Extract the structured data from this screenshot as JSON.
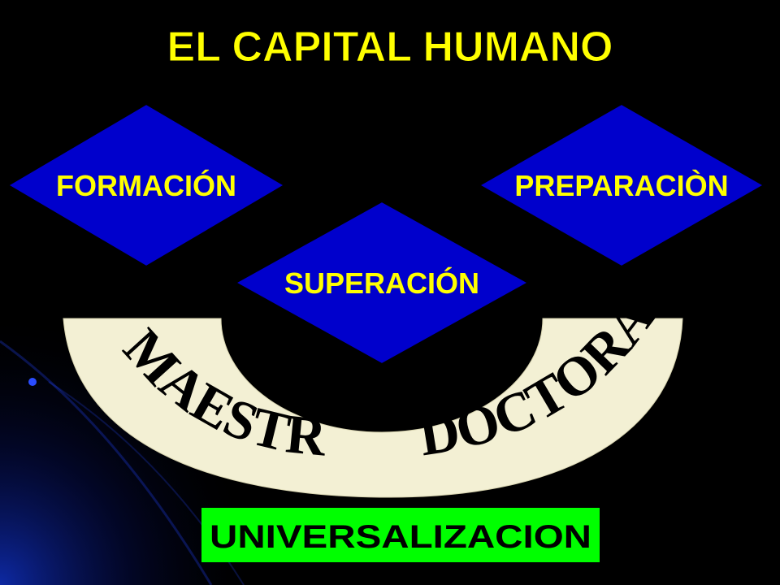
{
  "slide": {
    "title": "EL CAPITAL HUMANO",
    "diamonds": {
      "formacion": "FORMACIÓN",
      "preparacion": "PREPARACIÒN",
      "superacion": "SUPERACIÓN"
    },
    "arc": {
      "left_word": "MAESTRÍAS",
      "right_word": "DOCTORADOS"
    },
    "banner": "UNIVERSALIZACION"
  },
  "colors": {
    "background": "#000000",
    "title": "#ffff00",
    "diamond_fill": "#0000cc",
    "diamond_text": "#ffff00",
    "arc_fill": "#f3f0d4",
    "banner_fill": "#00ff00"
  }
}
